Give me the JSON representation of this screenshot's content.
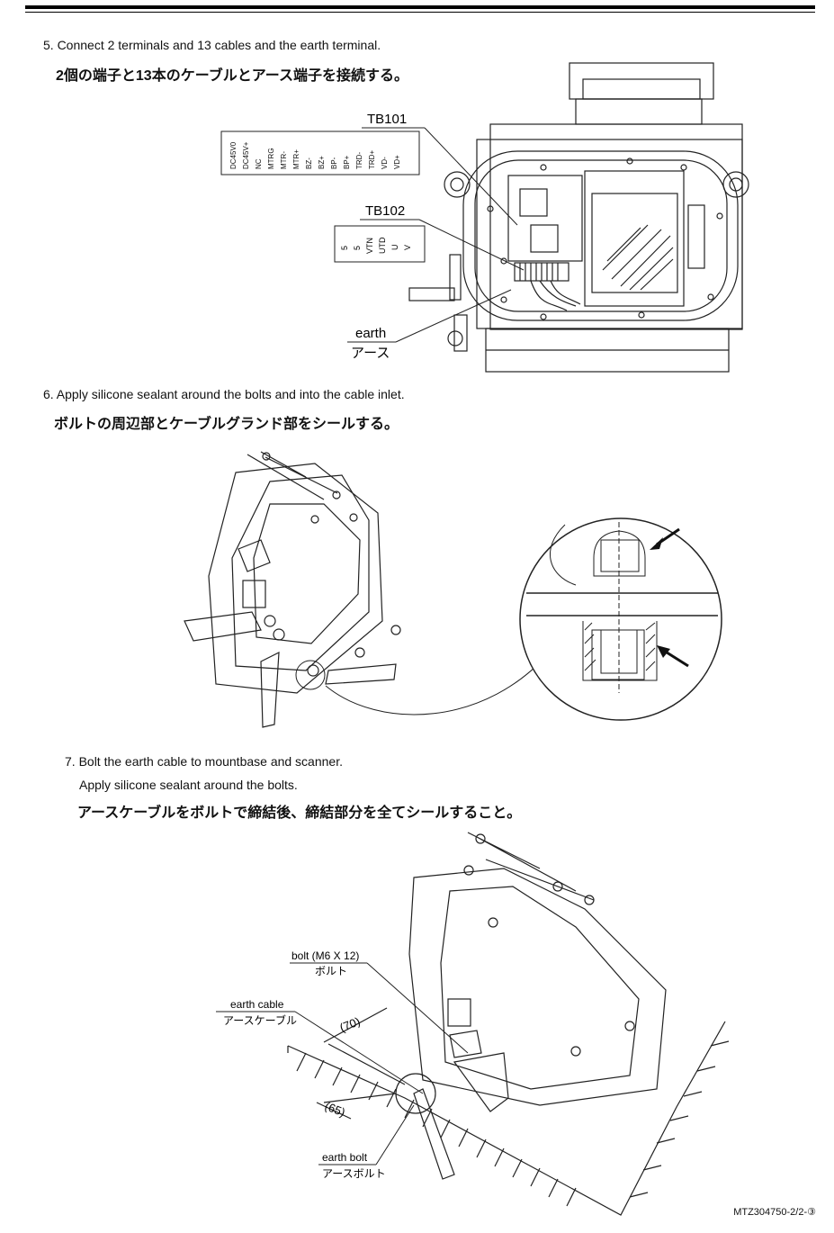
{
  "steps": [
    {
      "en": "5. Connect 2 terminals and 13 cables and the earth terminal.",
      "ja": "2個の端子と13本のケーブルとアース端子を接続する。"
    },
    {
      "en": "6. Apply silicone sealant around the bolts and into the cable inlet.",
      "ja": "ボルトの周辺部とケーブルグランド部をシールする。"
    },
    {
      "en": "7. Bolt the earth cable to mountbase and scanner.",
      "en2": "Apply silicone sealant around the bolts.",
      "ja": "アースケーブルをボルトで締結後、締結部分を全てシールすること。"
    }
  ],
  "fig1": {
    "tb101": "TB101",
    "tb101_pins": [
      "DC45V0",
      "DC45V+",
      "NC",
      "MTRG",
      "MTR-",
      "MTR+",
      "BZ-",
      "BZ+",
      "BP-",
      "BP+",
      "TRD-",
      "TRD+",
      "VD-",
      "VD+"
    ],
    "tb102": "TB102",
    "tb102_pins": [
      "5",
      "5",
      "VTN",
      "UTD",
      "U",
      "V"
    ],
    "earth_en": "earth",
    "earth_ja": "アース"
  },
  "fig3": {
    "bolt": "bolt (M6 X 12)",
    "bolt_ja": "ボルト",
    "cable": "earth cable",
    "cable_ja": "アースケーブル",
    "dim70": "(70)",
    "dim65": "(65)",
    "earthbolt": "earth bolt",
    "earthbolt_ja": "アースボルト"
  },
  "footer": "MTZ304750-2/2-③"
}
